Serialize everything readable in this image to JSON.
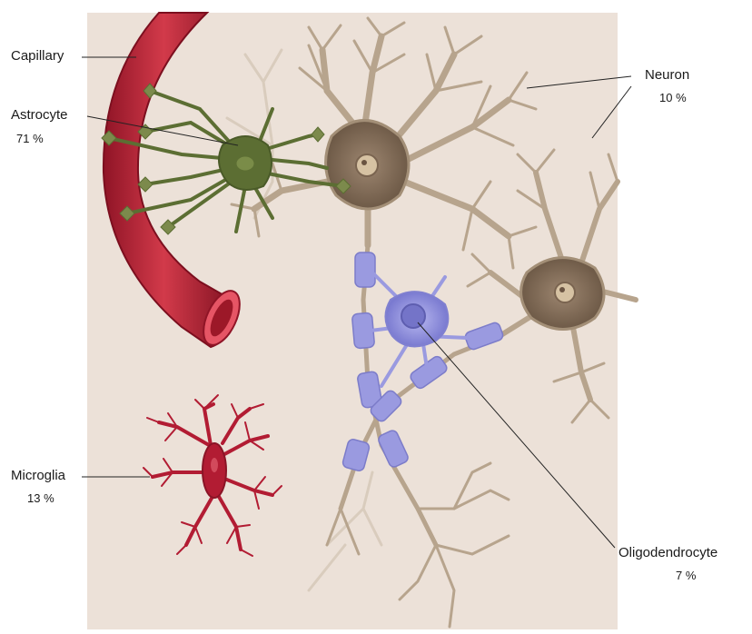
{
  "diagram": {
    "labels": [
      {
        "name": "Capillary",
        "percent": ""
      },
      {
        "name": "Astrocyte",
        "percent": "71 %"
      },
      {
        "name": "Neuron",
        "percent": "10 %"
      },
      {
        "name": "Microglia",
        "percent": "13 %"
      },
      {
        "name": "Oligodendrocyte",
        "percent": "7 %"
      }
    ]
  },
  "colors": {
    "background": "#ffffff",
    "panel": "#ece1d8",
    "capillary": "#b22334",
    "neuron": "#b7a48d",
    "neuron_soma": "#8c7660",
    "astrocyte": "#5c6e33",
    "oligodendrocyte": "#8f8fdc",
    "microglia": "#b21c33"
  }
}
